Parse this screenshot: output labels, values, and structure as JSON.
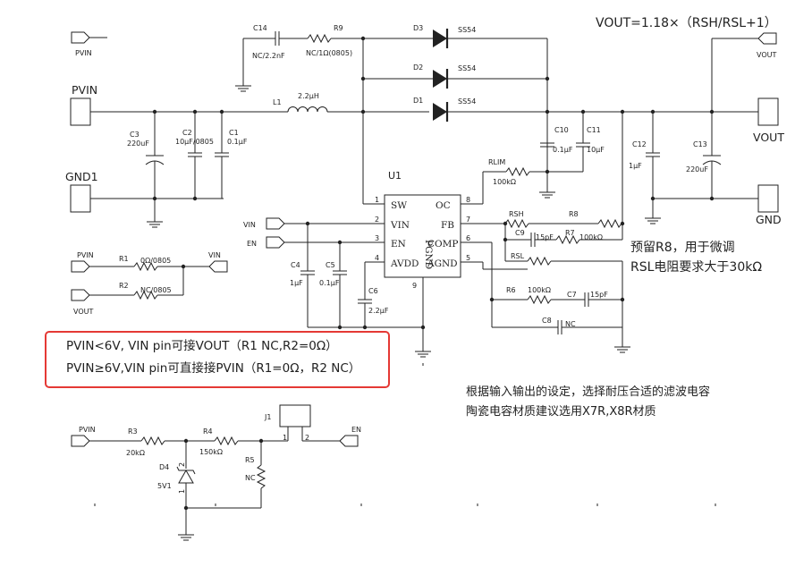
{
  "formula": "VOUT=1.18×（RSH/RSL+1）",
  "note_r8": [
    "预留R8，用于微调",
    "RSL电阻要求大于30kΩ"
  ],
  "note_caps": [
    "根据输入输出的设定，选择耐压合适的滤波电容",
    "陶瓷电容材质建议选用X7R,X8R材质"
  ],
  "red_box": [
    "PVIN<6V, VIN pin可接VOUT（R1 NC,R2=0Ω）",
    "PVIN≥6V,VIN pin可直接接PVIN（R1=0Ω，R2 NC）"
  ],
  "ports": {
    "pvin_top": "PVIN",
    "vout_top": "VOUT",
    "vin": "VIN",
    "en": "EN",
    "r1_pvin": "PVIN",
    "r1_vin": "VIN",
    "r2_vout": "VOUT",
    "bot_pvin": "PVIN",
    "bot_en": "EN"
  },
  "connectors": {
    "pvin": "PVIN",
    "gnd1": "GND1",
    "vout": "VOUT",
    "gnd": "GND"
  },
  "ic": {
    "ref": "U1",
    "pins": [
      {
        "num": "1",
        "name": "SW"
      },
      {
        "num": "2",
        "name": "VIN"
      },
      {
        "num": "3",
        "name": "EN"
      },
      {
        "num": "4",
        "name": "AVDD"
      },
      {
        "num": "5",
        "name": "AGND"
      },
      {
        "num": "6",
        "name": "COMP"
      },
      {
        "num": "7",
        "name": "FB"
      },
      {
        "num": "8",
        "name": "OC"
      },
      {
        "num": "9",
        "name": "PGND"
      }
    ]
  },
  "components": {
    "c14": {
      "ref": "C14",
      "val": "NC/2.2nF"
    },
    "r9": {
      "ref": "R9",
      "val": "NC/1Ω(0805)"
    },
    "d3": {
      "ref": "D3",
      "val": "SS54"
    },
    "d2": {
      "ref": "D2",
      "val": "SS54"
    },
    "d1": {
      "ref": "D1",
      "val": "SS54"
    },
    "l1": {
      "ref": "L1",
      "val": "2.2μH"
    },
    "c3": {
      "ref": "C3",
      "val": "220uF"
    },
    "c2": {
      "ref": "C2",
      "val": "10μF/0805"
    },
    "c1": {
      "ref": "C1",
      "val": "0.1μF"
    },
    "c10": {
      "ref": "C10",
      "val": "0.1μF"
    },
    "c11": {
      "ref": "C11",
      "val": "10μF"
    },
    "c12": {
      "ref": "C12",
      "val": "1μF"
    },
    "c13": {
      "ref": "C13",
      "val": "220uF"
    },
    "rlim": {
      "ref": "RLIM",
      "val": "100kΩ"
    },
    "rsh": {
      "ref": "RSH"
    },
    "r8": {
      "ref": "R8"
    },
    "c9": {
      "ref": "C9",
      "val": "15pF"
    },
    "r7": {
      "ref": "R7",
      "val": "100kΩ"
    },
    "rsl": {
      "ref": "RSL"
    },
    "c4": {
      "ref": "C4",
      "val": "1μF"
    },
    "c5": {
      "ref": "C5",
      "val": "0.1μF"
    },
    "c6": {
      "ref": "C6",
      "val": "2.2μF"
    },
    "r6": {
      "ref": "R6",
      "val": "100kΩ"
    },
    "c7": {
      "ref": "C7",
      "val": "15pF"
    },
    "c8": {
      "ref": "C8",
      "val": "NC"
    },
    "r1": {
      "ref": "R1",
      "val": "0Ω/0805"
    },
    "r2": {
      "ref": "R2",
      "val": "NC/0805"
    },
    "r3": {
      "ref": "R3",
      "val": "20kΩ"
    },
    "r4": {
      "ref": "R4",
      "val": "150kΩ"
    },
    "d4": {
      "ref": "D4",
      "val": "5V1"
    },
    "r5": {
      "ref": "R5",
      "val": "NC"
    },
    "j1": {
      "ref": "J1",
      "pin1": "1",
      "pin2": "2"
    }
  }
}
